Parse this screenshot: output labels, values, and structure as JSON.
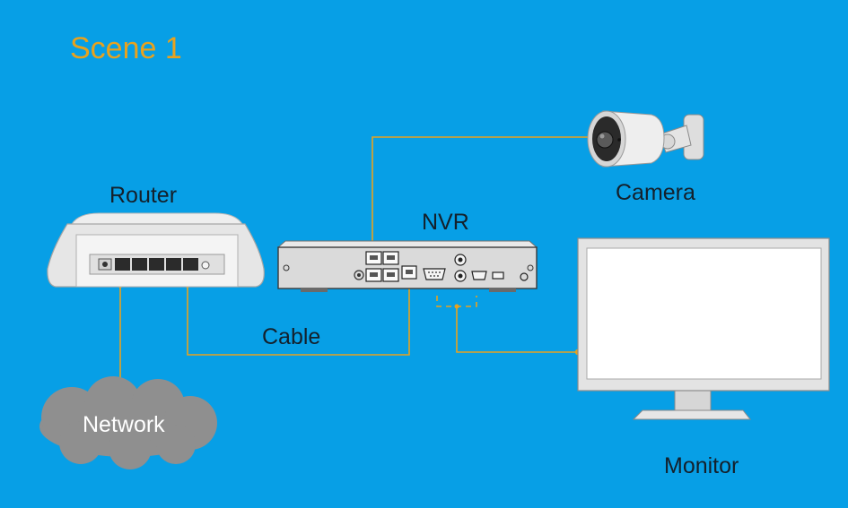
{
  "scene": {
    "title": "Scene 1"
  },
  "devices": {
    "router": {
      "label": "Router"
    },
    "nvr": {
      "label": "NVR"
    },
    "camera": {
      "label": "Camera"
    },
    "monitor": {
      "label": "Monitor"
    },
    "network": {
      "label": "Network"
    }
  },
  "connections": {
    "cable_label": "Cable"
  },
  "colors": {
    "background": "#079fe6",
    "wire": "#e8a21e",
    "title": "#e8a21e",
    "cloud": "#8f8f8f",
    "device_body": "#e3e3e3"
  }
}
